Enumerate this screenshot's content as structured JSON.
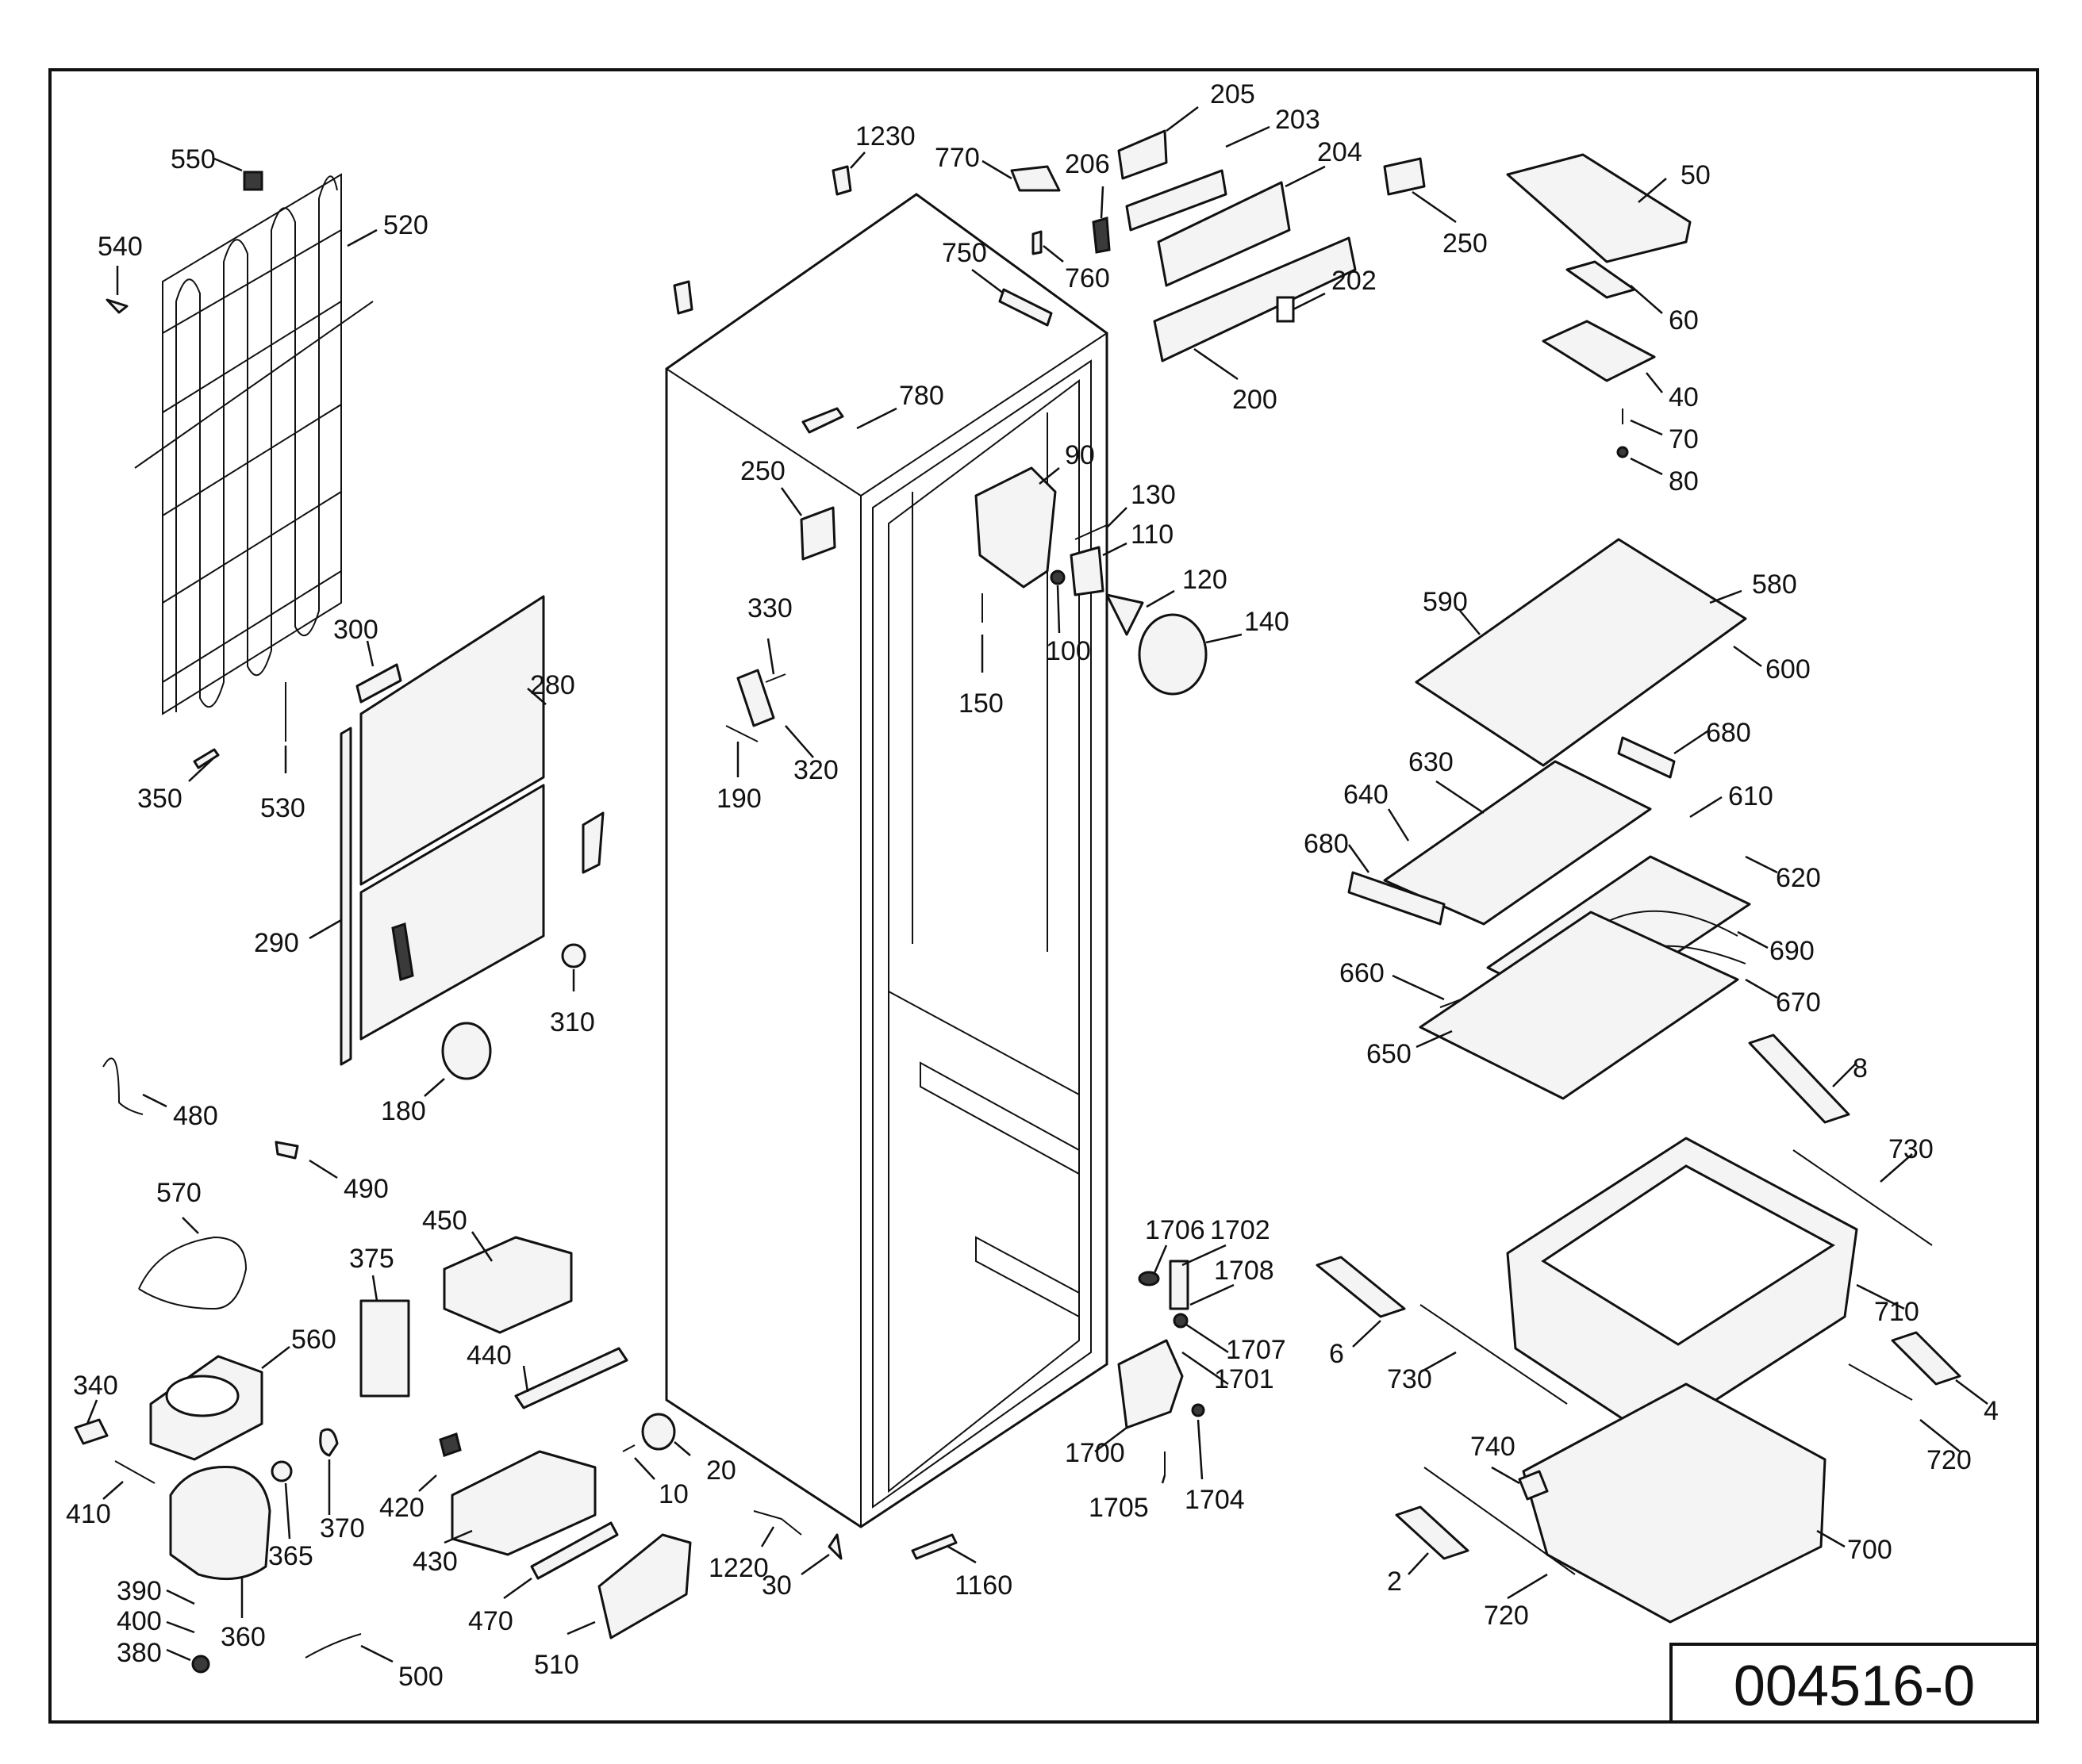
{
  "drawing_number": "004516-0",
  "callouts": [
    {
      "id": "p550",
      "label": "550"
    },
    {
      "id": "p540",
      "label": "540"
    },
    {
      "id": "p520",
      "label": "520"
    },
    {
      "id": "p300",
      "label": "300"
    },
    {
      "id": "p280",
      "label": "280"
    },
    {
      "id": "p350",
      "label": "350"
    },
    {
      "id": "p530",
      "label": "530"
    },
    {
      "id": "p290",
      "label": "290"
    },
    {
      "id": "p310",
      "label": "310"
    },
    {
      "id": "p180",
      "label": "180"
    },
    {
      "id": "p480",
      "label": "480"
    },
    {
      "id": "p490",
      "label": "490"
    },
    {
      "id": "p570",
      "label": "570"
    },
    {
      "id": "p450",
      "label": "450"
    },
    {
      "id": "p375",
      "label": "375"
    },
    {
      "id": "p560",
      "label": "560"
    },
    {
      "id": "p440",
      "label": "440"
    },
    {
      "id": "p340",
      "label": "340"
    },
    {
      "id": "p410",
      "label": "410"
    },
    {
      "id": "p365",
      "label": "365"
    },
    {
      "id": "p370",
      "label": "370"
    },
    {
      "id": "p420",
      "label": "420"
    },
    {
      "id": "p430",
      "label": "430"
    },
    {
      "id": "p360",
      "label": "360"
    },
    {
      "id": "p390",
      "label": "390"
    },
    {
      "id": "p400",
      "label": "400"
    },
    {
      "id": "p380",
      "label": "380"
    },
    {
      "id": "p470",
      "label": "470"
    },
    {
      "id": "p500",
      "label": "500"
    },
    {
      "id": "p510",
      "label": "510"
    },
    {
      "id": "p10",
      "label": "10"
    },
    {
      "id": "p20",
      "label": "20"
    },
    {
      "id": "p1220",
      "label": "1220"
    },
    {
      "id": "p30",
      "label": "30"
    },
    {
      "id": "p1160",
      "label": "1160"
    },
    {
      "id": "p1230",
      "label": "1230"
    },
    {
      "id": "p770",
      "label": "770"
    },
    {
      "id": "p206",
      "label": "206"
    },
    {
      "id": "p205",
      "label": "205"
    },
    {
      "id": "p203",
      "label": "203"
    },
    {
      "id": "p204",
      "label": "204"
    },
    {
      "id": "p760",
      "label": "760"
    },
    {
      "id": "p750",
      "label": "750"
    },
    {
      "id": "p202",
      "label": "202"
    },
    {
      "id": "p200",
      "label": "200"
    },
    {
      "id": "p250a",
      "label": "250"
    },
    {
      "id": "p250b",
      "label": "250"
    },
    {
      "id": "p780",
      "label": "780"
    },
    {
      "id": "p90",
      "label": "90"
    },
    {
      "id": "p130",
      "label": "130"
    },
    {
      "id": "p110",
      "label": "110"
    },
    {
      "id": "p120",
      "label": "120"
    },
    {
      "id": "p140",
      "label": "140"
    },
    {
      "id": "p100",
      "label": "100"
    },
    {
      "id": "p150",
      "label": "150"
    },
    {
      "id": "p330",
      "label": "330"
    },
    {
      "id": "p320",
      "label": "320"
    },
    {
      "id": "p190",
      "label": "190"
    },
    {
      "id": "p50",
      "label": "50"
    },
    {
      "id": "p60",
      "label": "60"
    },
    {
      "id": "p40",
      "label": "40"
    },
    {
      "id": "p70",
      "label": "70"
    },
    {
      "id": "p80",
      "label": "80"
    },
    {
      "id": "p590",
      "label": "590"
    },
    {
      "id": "p580",
      "label": "580"
    },
    {
      "id": "p600",
      "label": "600"
    },
    {
      "id": "p680a",
      "label": "680"
    },
    {
      "id": "p630",
      "label": "630"
    },
    {
      "id": "p640",
      "label": "640"
    },
    {
      "id": "p610",
      "label": "610"
    },
    {
      "id": "p680b",
      "label": "680"
    },
    {
      "id": "p620",
      "label": "620"
    },
    {
      "id": "p690",
      "label": "690"
    },
    {
      "id": "p660",
      "label": "660"
    },
    {
      "id": "p670",
      "label": "670"
    },
    {
      "id": "p650",
      "label": "650"
    },
    {
      "id": "p8",
      "label": "8"
    },
    {
      "id": "p730a",
      "label": "730"
    },
    {
      "id": "p710",
      "label": "710"
    },
    {
      "id": "p6",
      "label": "6"
    },
    {
      "id": "p730b",
      "label": "730"
    },
    {
      "id": "p4",
      "label": "4"
    },
    {
      "id": "p720a",
      "label": "720"
    },
    {
      "id": "p740",
      "label": "740"
    },
    {
      "id": "p700",
      "label": "700"
    },
    {
      "id": "p2",
      "label": "2"
    },
    {
      "id": "p720b",
      "label": "720"
    },
    {
      "id": "p1706",
      "label": "1706"
    },
    {
      "id": "p1702",
      "label": "1702"
    },
    {
      "id": "p1708",
      "label": "1708"
    },
    {
      "id": "p1707",
      "label": "1707"
    },
    {
      "id": "p1701",
      "label": "1701"
    },
    {
      "id": "p1700",
      "label": "1700"
    },
    {
      "id": "p1705",
      "label": "1705"
    },
    {
      "id": "p1704",
      "label": "1704"
    }
  ]
}
